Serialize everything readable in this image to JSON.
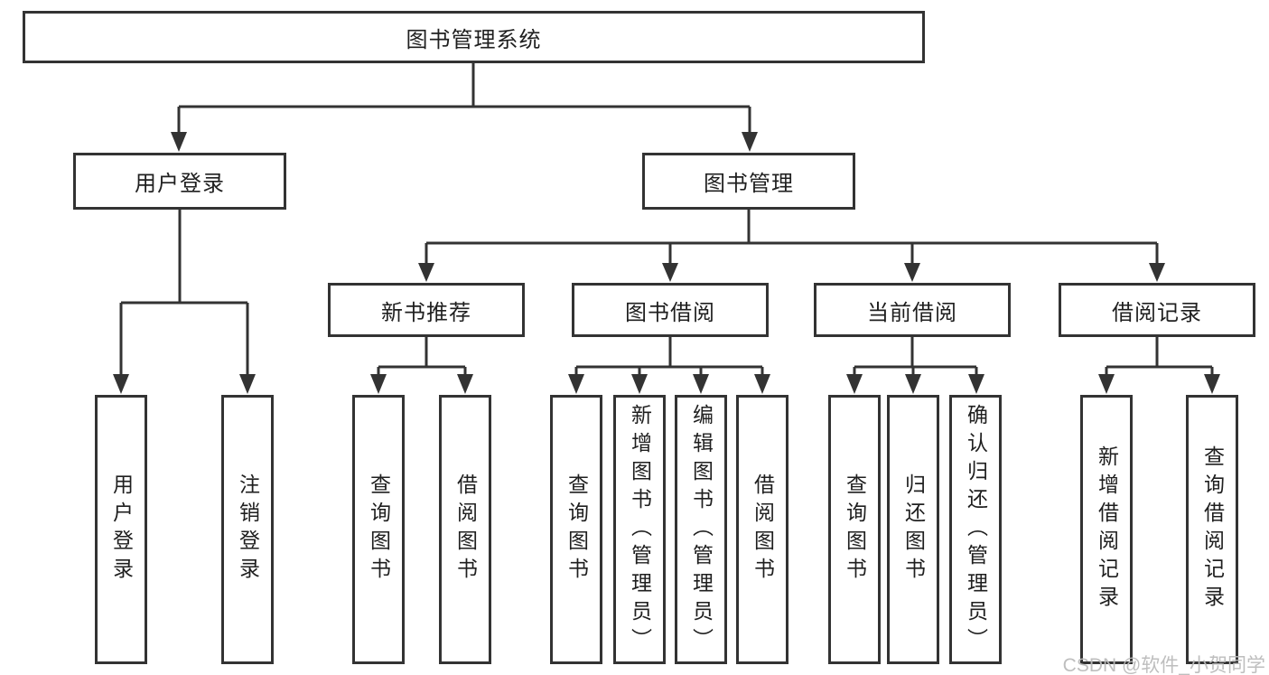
{
  "tree": {
    "label": "图书管理系统",
    "children": [
      {
        "label": "用户登录",
        "children": [
          {
            "label": "用户登录"
          },
          {
            "label": "注销登录"
          }
        ]
      },
      {
        "label": "图书管理",
        "children": [
          {
            "label": "新书推荐",
            "children": [
              {
                "label": "查询图书"
              },
              {
                "label": "借阅图书"
              }
            ]
          },
          {
            "label": "图书借阅",
            "children": [
              {
                "label": "查询图书"
              },
              {
                "label": "新增图书（管理员）"
              },
              {
                "label": "编辑图书（管理员）"
              },
              {
                "label": "借阅图书"
              }
            ]
          },
          {
            "label": "当前借阅",
            "children": [
              {
                "label": "查询图书"
              },
              {
                "label": "归还图书"
              },
              {
                "label": "确认归还（管理员）"
              }
            ]
          },
          {
            "label": "借阅记录",
            "children": [
              {
                "label": "新增借阅记录"
              },
              {
                "label": "查询借阅记录"
              }
            ]
          }
        ]
      }
    ]
  },
  "watermark": {
    "text": "CSDN @软件_小贺同学"
  },
  "colors": {
    "line": "#333333",
    "box_border": "#333333",
    "box_fill": "#ffffff",
    "text": "#1f1f1f",
    "watermark": "#bbbbbb",
    "background": "#ffffff"
  }
}
